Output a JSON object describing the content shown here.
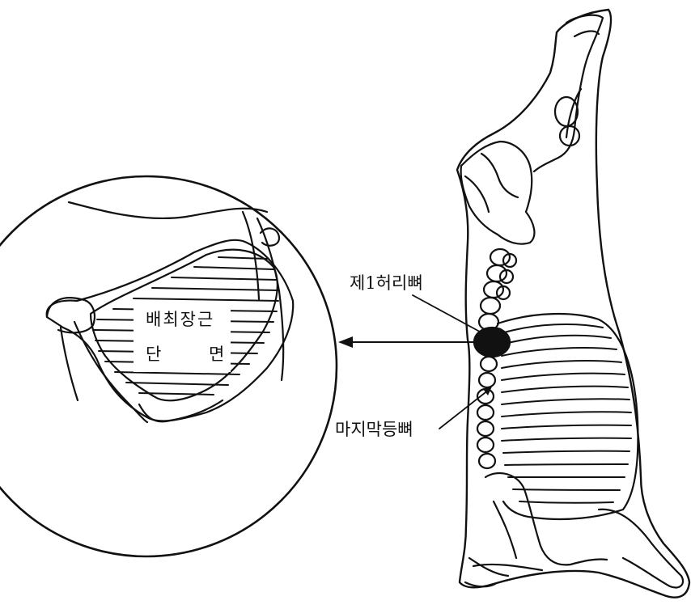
{
  "labels": {
    "first_lumbar": "제1허리뼈",
    "last_thoracic": "마지막등뼈",
    "cross_section_line1": "배최장근",
    "cross_section_line2_a": "단",
    "cross_section_line2_b": "면"
  },
  "colors": {
    "ink": "#111111",
    "background": "#ffffff"
  }
}
